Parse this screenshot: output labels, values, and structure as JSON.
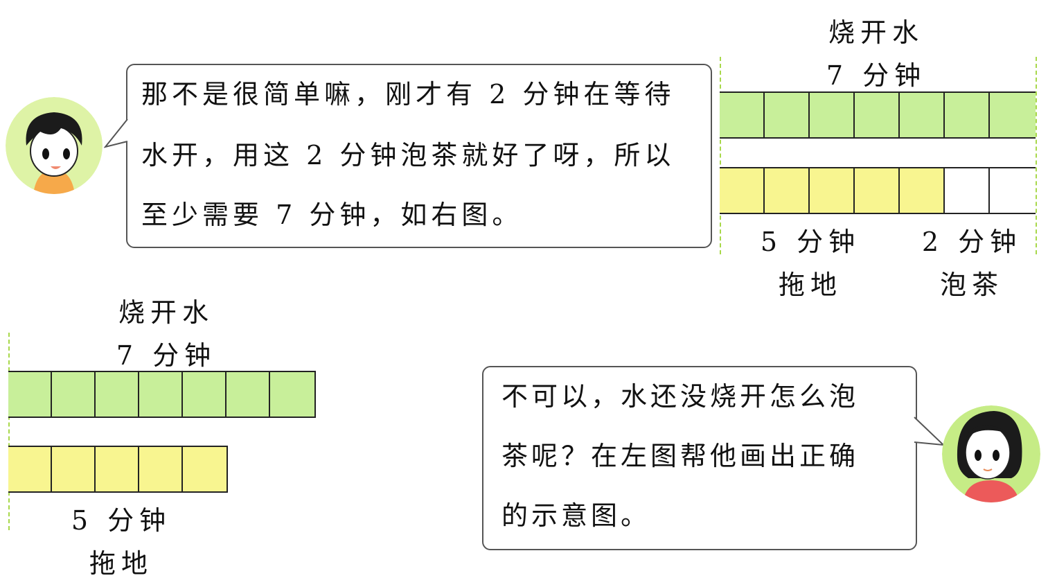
{
  "top_bubble": {
    "lines": [
      "那不是很简单嘛，刚才有 2 分钟在等待",
      "水开，用这 2 分钟泡茶就好了呀，所以",
      "至少需要 7 分钟，如右图。"
    ]
  },
  "bottom_bubble": {
    "lines": [
      "不可以，水还没烧开怎么泡",
      "茶呢？在左图帮他画出正确",
      "的示意图。"
    ]
  },
  "right_diagram": {
    "top_label_1": "烧开水",
    "top_label_2": "7 分钟",
    "bottom_left_label_1": "5 分钟",
    "bottom_left_label_2": "拖地",
    "bottom_right_label_1": "2 分钟",
    "bottom_right_label_2": "泡茶"
  },
  "left_diagram": {
    "top_label_1": "烧开水",
    "top_label_2": "7 分钟",
    "bottom_label_1": "5 分钟",
    "bottom_label_2": "拖地"
  },
  "colors": {
    "boil_water": "#c8ef9a",
    "mop_floor": "#f8f590",
    "make_tea": "#ffffff",
    "guide_line": "#a8d84a"
  },
  "chart_data": {
    "type": "bar",
    "title": "",
    "diagrams": [
      {
        "name": "right",
        "rows": [
          {
            "task": "烧开水",
            "minutes": 7,
            "segments": [
              {
                "label": "烧开水",
                "units": 7,
                "color": "#c8ef9a"
              }
            ]
          },
          {
            "task": "拖地 + 泡茶",
            "minutes": 7,
            "segments": [
              {
                "label": "拖地",
                "units": 5,
                "color": "#f8f590"
              },
              {
                "label": "泡茶",
                "units": 2,
                "color": "#ffffff"
              }
            ]
          }
        ]
      },
      {
        "name": "left",
        "rows": [
          {
            "task": "烧开水",
            "minutes": 7,
            "segments": [
              {
                "label": "烧开水",
                "units": 7,
                "color": "#c8ef9a"
              }
            ]
          },
          {
            "task": "拖地",
            "minutes": 5,
            "segments": [
              {
                "label": "拖地",
                "units": 5,
                "color": "#f8f590"
              }
            ]
          }
        ]
      }
    ],
    "unit": "分钟"
  }
}
